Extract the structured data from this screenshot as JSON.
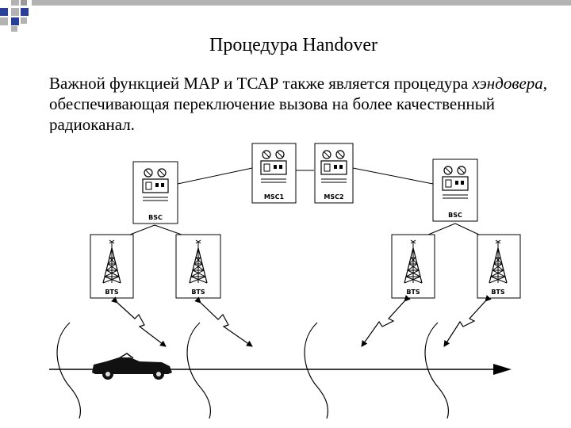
{
  "slide": {
    "title": "Процедура Handover",
    "body_part1": "Важной функцией МАР и ТСАР также является процедура ",
    "body_italic": "хэндовера",
    "body_part2": ", обеспечивающая переключение вызова на более качественный радиоканал."
  },
  "diagram": {
    "nodes": {
      "msc1": "MSC1",
      "msc2": "MSC2",
      "bsc_left": "BSC",
      "bsc_right": "BSC",
      "bts1": "BTS",
      "bts2": "BTS",
      "bts3": "BTS",
      "bts4": "BTS"
    }
  },
  "colors": {
    "decor_gray": "#b3b3b3",
    "decor_blue": "#2a3f9a",
    "line": "#000000"
  }
}
